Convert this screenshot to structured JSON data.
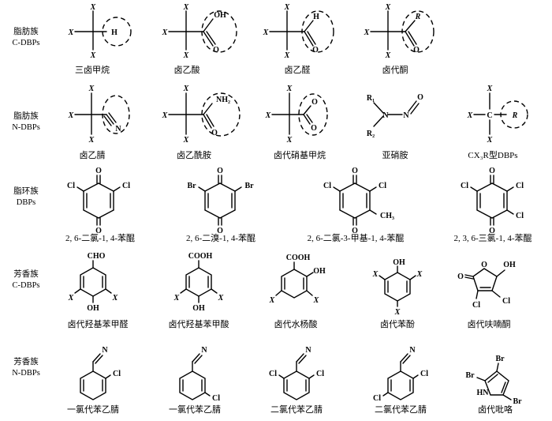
{
  "rows": [
    {
      "l1": "脂肪族",
      "l2": "C-DBPs"
    },
    {
      "l1": "脂肪族",
      "l2": "N-DBPs"
    },
    {
      "l1": "脂环族",
      "l2": "DBPs"
    },
    {
      "l1": "芳香族",
      "l2": "C-DBPs"
    },
    {
      "l1": "芳香族",
      "l2": "N-DBPs"
    }
  ],
  "captions": {
    "r1": [
      "三卤甲烷",
      "卤乙酸",
      "卤乙醛",
      "卤代酮"
    ],
    "r2": [
      "卤乙腈",
      "卤乙酰胺",
      "卤代硝基甲烷",
      "亚硝胺",
      "CX₃R型DBPs"
    ],
    "r3": [
      "2, 6-二氯-1, 4-苯醌",
      "2, 6-二溴-1, 4-苯醌",
      "2, 6-二氯-3-甲基-1, 4-苯醌",
      "2, 3, 6-三氯-1, 4-苯醌"
    ],
    "r4": [
      "卤代羟基苯甲醛",
      "卤代羟基苯甲酸",
      "卤代水杨酸",
      "卤代苯酚",
      "卤代呋喃酮"
    ],
    "r5": [
      "一氯代苯乙腈",
      "一氯代苯乙腈",
      "二氯代苯乙腈",
      "二氯代苯乙腈",
      "卤代吡咯"
    ]
  },
  "atoms": {
    "X": "X",
    "H": "H",
    "OH": "OH",
    "O": "O",
    "R": "R",
    "N": "N",
    "NH2": "NH₂",
    "R1": "R₁",
    "R2": "R₂",
    "C": "C",
    "Cl": "Cl",
    "Br": "Br",
    "CH3": "CH₃",
    "CHO": "CHO",
    "COOH": "COOH",
    "HN": "HN"
  }
}
